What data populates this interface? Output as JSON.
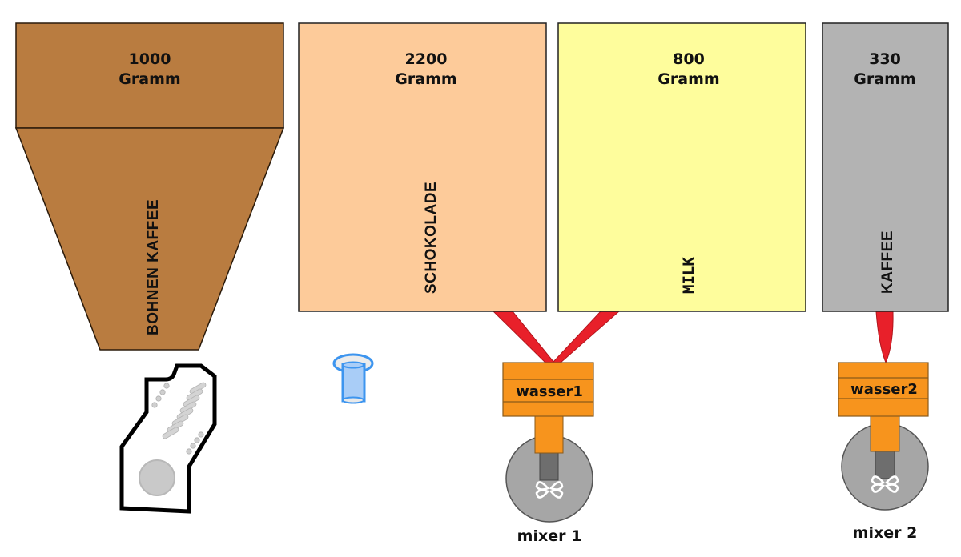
{
  "containers": [
    {
      "id": "bohnen",
      "amount": "1000",
      "unit": "Gramm",
      "label": "BOHNEN KAFFEE",
      "color": "#b97c40"
    },
    {
      "id": "schokolade",
      "amount": "2200",
      "unit": "Gramm",
      "label": "SCHOKOLADE",
      "color": "#fdcb9a"
    },
    {
      "id": "milk",
      "amount": "800",
      "unit": "Gramm",
      "label": "MILK",
      "color": "#fefd9c"
    },
    {
      "id": "kaffee",
      "amount": "330",
      "unit": "Gramm",
      "label": "KAFFEE",
      "color": "#b3b3b3"
    }
  ],
  "water_units": [
    {
      "id": "wasser1",
      "label": "wasser1"
    },
    {
      "id": "wasser2",
      "label": "wasser2"
    }
  ],
  "mixers": [
    {
      "id": "mixer1",
      "label": "mixer 1"
    },
    {
      "id": "mixer2",
      "label": "mixer 2"
    }
  ],
  "colors": {
    "pipe": "#e8202a",
    "water_unit": "#f7941d",
    "mixer_body": "#a6a6a6",
    "mixer_shaft": "#6e6e6e",
    "cup": "#4aa3f0"
  }
}
